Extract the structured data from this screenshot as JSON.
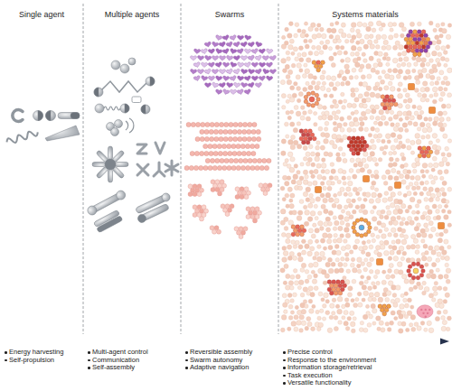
{
  "diagram": {
    "nodes": [
      {
        "text": [
          "Single agent"
        ]
      },
      {
        "text": [
          "Multiple agents"
        ]
      },
      {
        "text": [
          "Swarms"
        ]
      },
      {
        "text": [
          "Systems materials"
        ]
      }
    ],
    "labels": [
      "Energy harvesting",
      "Self-propulsion",
      "Multi-agent control",
      "Communication",
      "Self-assembly",
      "Reversible assembly",
      "Swarm autonomy",
      "Adaptive navigation",
      "Precise control",
      "Response to the environment",
      "Information storage/retrieval",
      "Task execution",
      "Versatile functionality"
    ]
  }
}
